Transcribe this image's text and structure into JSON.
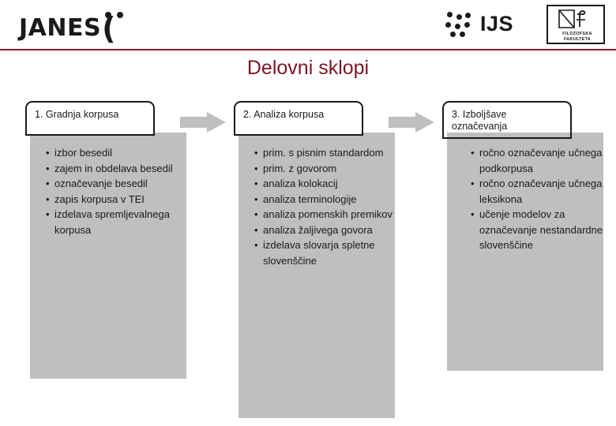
{
  "header": {
    "brand": "JANES",
    "brand_paren": "(",
    "ijs_label": "IJS",
    "ff_caption_line1": "FILOZOFSKA",
    "ff_caption_line2": "FAKULTETA",
    "ff_mark_icon": "ff-monogram-icon",
    "dots_icon": "two-dots-icon",
    "ijs_dots_icon": "ijs-dot-grid-icon",
    "rule_color": "#8a1a2b"
  },
  "title": "Delovni sklopi",
  "title_color": "#7a1626",
  "arrows": {
    "arrow1_icon": "right-arrow-icon",
    "arrow2_icon": "right-arrow-icon",
    "color": "#bfbfbf"
  },
  "columns": [
    {
      "heading": "1. Gradnja korpusa",
      "items": [
        "izbor besedil",
        "zajem in obdelava besedil",
        "označevanje besedil",
        "zapis korpusa v TEI",
        "izdelava spremljevalnega korpusa"
      ]
    },
    {
      "heading": "2. Analiza korpusa",
      "items": [
        "prim. s pisnim standardom",
        "prim. z govorom",
        "analiza kolokacij",
        "analiza terminologije",
        "analiza pomenskih premikov",
        "analiza žaljivega govora",
        "izdelava slovarja spletne slovenščine"
      ]
    },
    {
      "heading": "3. Izboljšave označevanja",
      "items": [
        "ročno označevanje učnega podkorpusa",
        "ročno označevanje učnega leksikona",
        "učenje modelov za označevanje nestandardne slovenščine"
      ]
    }
  ]
}
